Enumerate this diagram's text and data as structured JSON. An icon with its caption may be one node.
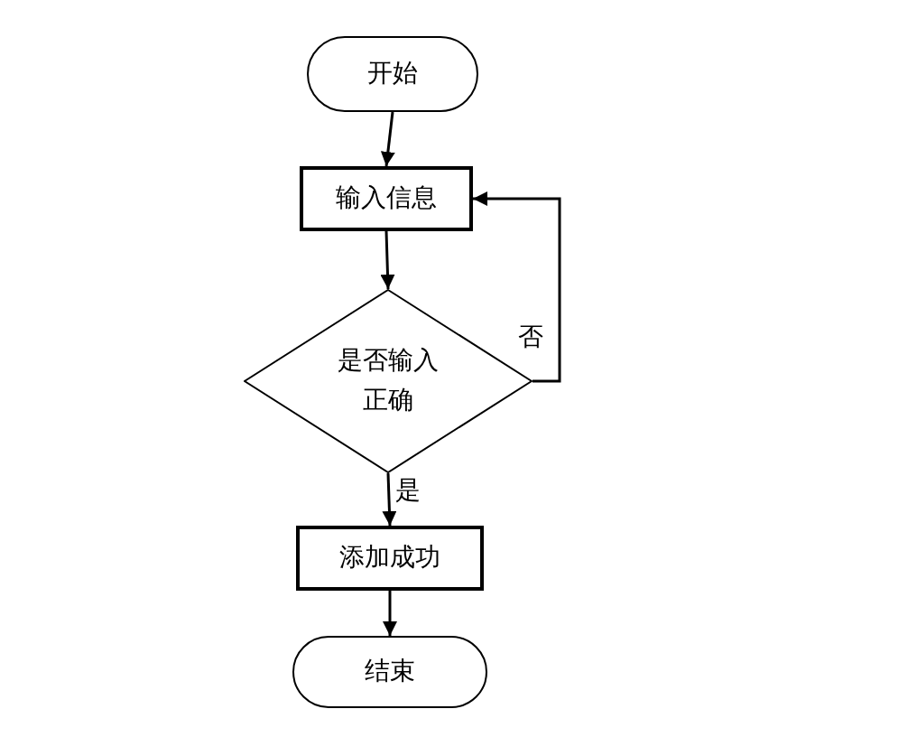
{
  "diagram": {
    "nodes": [
      {
        "text": [
          "开始"
        ]
      },
      {
        "text": [
          "输入信息"
        ]
      },
      {
        "text": [
          "是否输入正确"
        ]
      },
      {
        "text": [
          "添加成功"
        ]
      },
      {
        "text": [
          "结束"
        ]
      }
    ],
    "edges": [
      {
        "from": 0,
        "to": 1,
        "arrow": "to"
      },
      {
        "from": 1,
        "to": 2,
        "arrow": "to"
      },
      {
        "from": 2,
        "to": 3,
        "arrow": "to",
        "label": "是"
      },
      {
        "from": 2,
        "to": 1,
        "arrow": "to",
        "label": "否"
      },
      {
        "from": 3,
        "to": 4,
        "arrow": "to"
      }
    ]
  }
}
